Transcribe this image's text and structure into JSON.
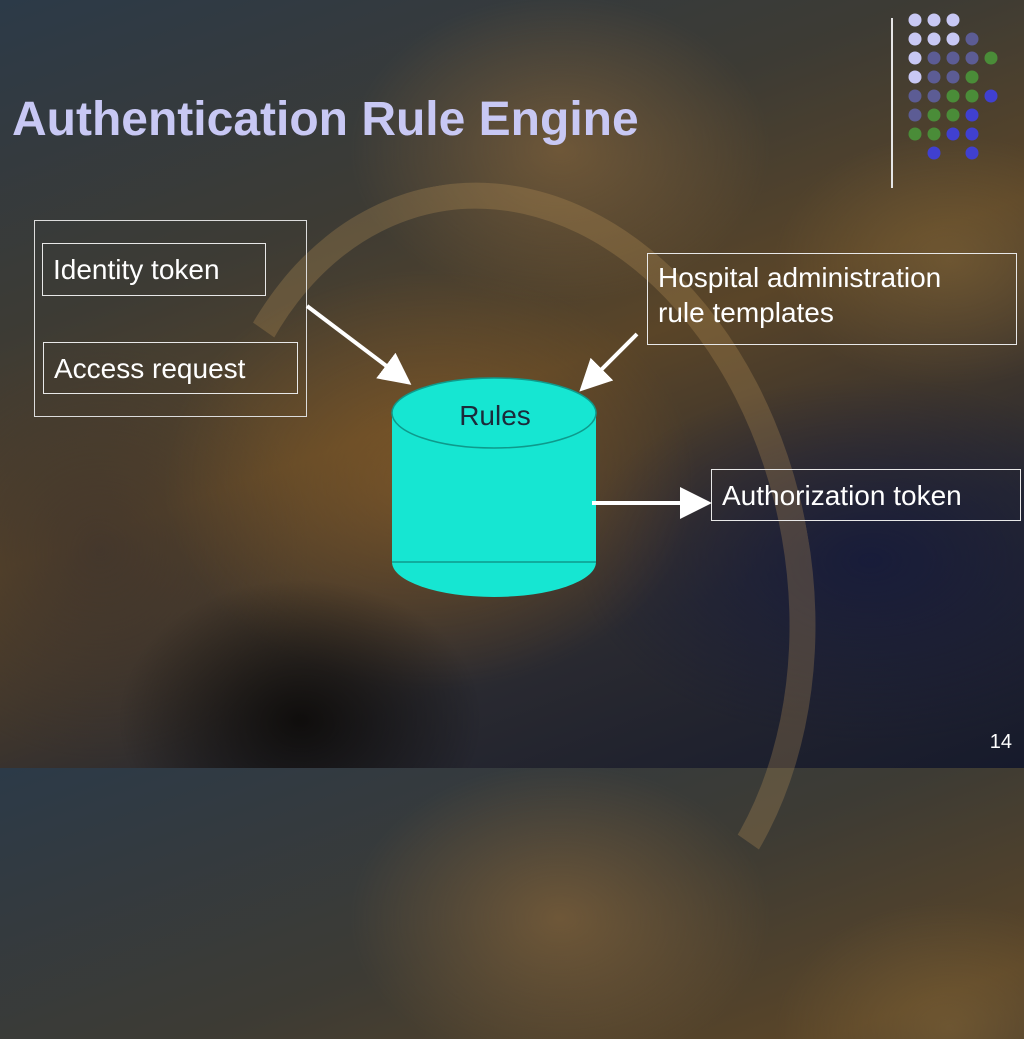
{
  "slide": {
    "title": "Authentication Rule Engine",
    "page_number": "14"
  },
  "inputs": {
    "identity_token": "Identity token",
    "access_request": "Access request"
  },
  "templates_label": "Hospital administration rule templates",
  "templates_lines": [
    "Hospital administration",
    "rule templates"
  ],
  "database_label": "Rules",
  "output_label": "Authorization token",
  "colors": {
    "title": "#c8c8f4",
    "cylinder": "#16e6d2",
    "dot_light": "#c8c8f4",
    "dot_slate": "#5c5c94",
    "dot_green": "#4a8c38",
    "dot_blue": "#4040d0"
  },
  "dot_pattern": [
    [
      "light",
      "light",
      "light",
      "none",
      "none"
    ],
    [
      "light",
      "light",
      "light",
      "slate",
      "none"
    ],
    [
      "light",
      "slate",
      "slate",
      "slate",
      "green"
    ],
    [
      "light",
      "slate",
      "slate",
      "green",
      "none"
    ],
    [
      "slate",
      "slate",
      "green",
      "green",
      "blue"
    ],
    [
      "slate",
      "green",
      "green",
      "blue",
      "none"
    ],
    [
      "green",
      "green",
      "blue",
      "blue",
      "none"
    ],
    [
      "none",
      "blue",
      "none",
      "blue",
      "none"
    ]
  ]
}
